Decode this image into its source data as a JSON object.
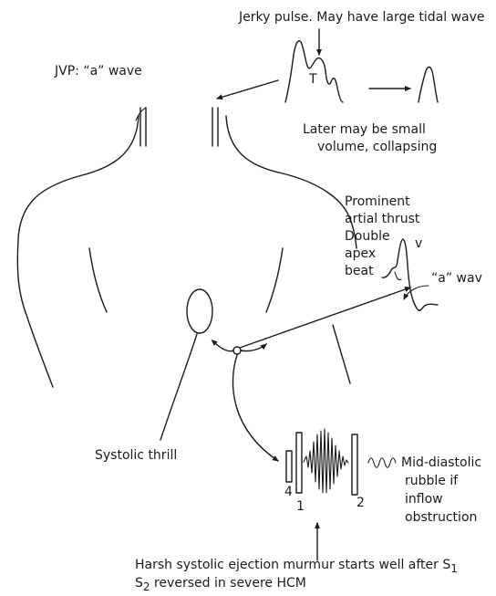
{
  "labels": {
    "jerky_pulse": "Jerky pulse. May have large tidal wave",
    "tidal_T": "T",
    "jvp": "JVP: “a” wave",
    "later_line1": "Later may be small",
    "later_line2": "volume, collapsing",
    "apex_line1": "Prominent",
    "apex_line2": "artial thrust",
    "apex_line3": "Double",
    "apex_line4": "apex",
    "apex_line5": "beat",
    "apex_v": "v",
    "apex_a_wave": "“a” wav",
    "systolic_thrill": "Systolic thrill",
    "pcg_4": "4",
    "pcg_1": "1",
    "pcg_2": "2",
    "mid_line1": "Mid-diastolic",
    "mid_line2": "rubble if",
    "mid_line3": "inflow",
    "mid_line4": "obstruction",
    "murmur_line1": "Harsh systolic ejection murmur starts well after S",
    "murmur_line1_sub": "1",
    "murmur_line2": "S",
    "murmur_line2_sub": "2",
    "murmur_line2_rest": " reversed in severe HCM"
  }
}
